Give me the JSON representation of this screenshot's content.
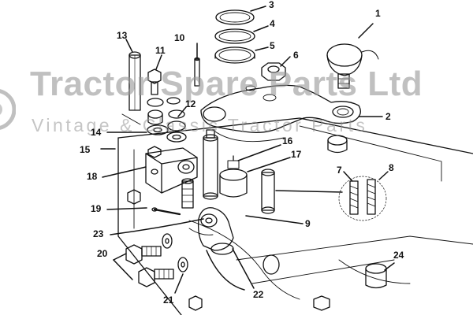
{
  "watermark": {
    "title": "Tractor Spare Parts Ltd",
    "subtitle": "Vintage & Classic Tractor Parts"
  },
  "callouts": {
    "c1": "1",
    "c2": "2",
    "c3": "3",
    "c4": "4",
    "c5": "5",
    "c6": "6",
    "c7": "7",
    "c8": "8",
    "c9": "9",
    "c10": "10",
    "c11": "11",
    "c12": "12",
    "c13": "13",
    "c14": "14",
    "c15": "15",
    "c16": "16",
    "c17": "17",
    "c18": "18",
    "c19": "19",
    "c20": "20",
    "c21": "21",
    "c22": "22",
    "c23": "23",
    "c24": "24"
  },
  "colors": {
    "ink": "#111111",
    "watermark": "#969696"
  }
}
